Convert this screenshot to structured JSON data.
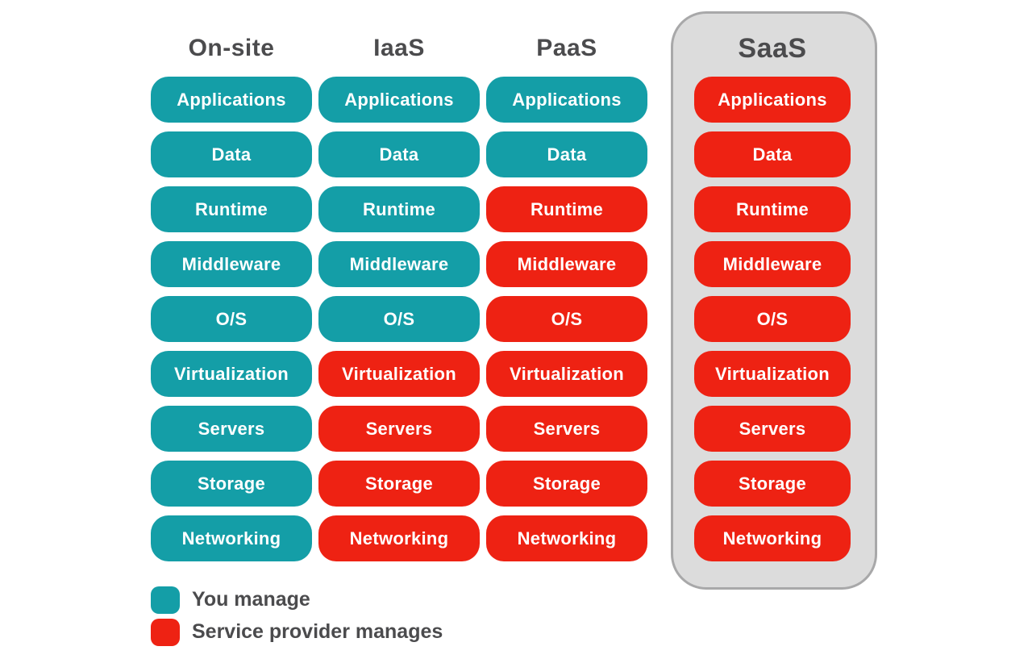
{
  "colors": {
    "teal": "#149EA7",
    "red": "#EE2213",
    "saas_panel_bg": "#DCDCDC",
    "saas_panel_border": "#A8A8A9",
    "heading_text": "#4B4B4D",
    "pill_text": "#FFFFFF",
    "background": "#FFFFFF"
  },
  "columns": [
    {
      "id": "on-site",
      "header": "On-site",
      "highlighted": false,
      "layers": [
        {
          "label": "Applications",
          "managed_by": "you"
        },
        {
          "label": "Data",
          "managed_by": "you"
        },
        {
          "label": "Runtime",
          "managed_by": "you"
        },
        {
          "label": "Middleware",
          "managed_by": "you"
        },
        {
          "label": "O/S",
          "managed_by": "you"
        },
        {
          "label": "Virtualization",
          "managed_by": "you"
        },
        {
          "label": "Servers",
          "managed_by": "you"
        },
        {
          "label": "Storage",
          "managed_by": "you"
        },
        {
          "label": "Networking",
          "managed_by": "you"
        }
      ]
    },
    {
      "id": "iaas",
      "header": "IaaS",
      "highlighted": false,
      "layers": [
        {
          "label": "Applications",
          "managed_by": "you"
        },
        {
          "label": "Data",
          "managed_by": "you"
        },
        {
          "label": "Runtime",
          "managed_by": "you"
        },
        {
          "label": "Middleware",
          "managed_by": "you"
        },
        {
          "label": "O/S",
          "managed_by": "you"
        },
        {
          "label": "Virtualization",
          "managed_by": "provider"
        },
        {
          "label": "Servers",
          "managed_by": "provider"
        },
        {
          "label": "Storage",
          "managed_by": "provider"
        },
        {
          "label": "Networking",
          "managed_by": "provider"
        }
      ]
    },
    {
      "id": "paas",
      "header": "PaaS",
      "highlighted": false,
      "layers": [
        {
          "label": "Applications",
          "managed_by": "you"
        },
        {
          "label": "Data",
          "managed_by": "you"
        },
        {
          "label": "Runtime",
          "managed_by": "provider"
        },
        {
          "label": "Middleware",
          "managed_by": "provider"
        },
        {
          "label": "O/S",
          "managed_by": "provider"
        },
        {
          "label": "Virtualization",
          "managed_by": "provider"
        },
        {
          "label": "Servers",
          "managed_by": "provider"
        },
        {
          "label": "Storage",
          "managed_by": "provider"
        },
        {
          "label": "Networking",
          "managed_by": "provider"
        }
      ]
    },
    {
      "id": "saas",
      "header": "SaaS",
      "highlighted": true,
      "layers": [
        {
          "label": "Applications",
          "managed_by": "provider"
        },
        {
          "label": "Data",
          "managed_by": "provider"
        },
        {
          "label": "Runtime",
          "managed_by": "provider"
        },
        {
          "label": "Middleware",
          "managed_by": "provider"
        },
        {
          "label": "O/S",
          "managed_by": "provider"
        },
        {
          "label": "Virtualization",
          "managed_by": "provider"
        },
        {
          "label": "Servers",
          "managed_by": "provider"
        },
        {
          "label": "Storage",
          "managed_by": "provider"
        },
        {
          "label": "Networking",
          "managed_by": "provider"
        }
      ]
    }
  ],
  "legend": [
    {
      "color_name": "teal",
      "label": "You manage"
    },
    {
      "color_name": "red",
      "label": "Service provider manages"
    }
  ]
}
